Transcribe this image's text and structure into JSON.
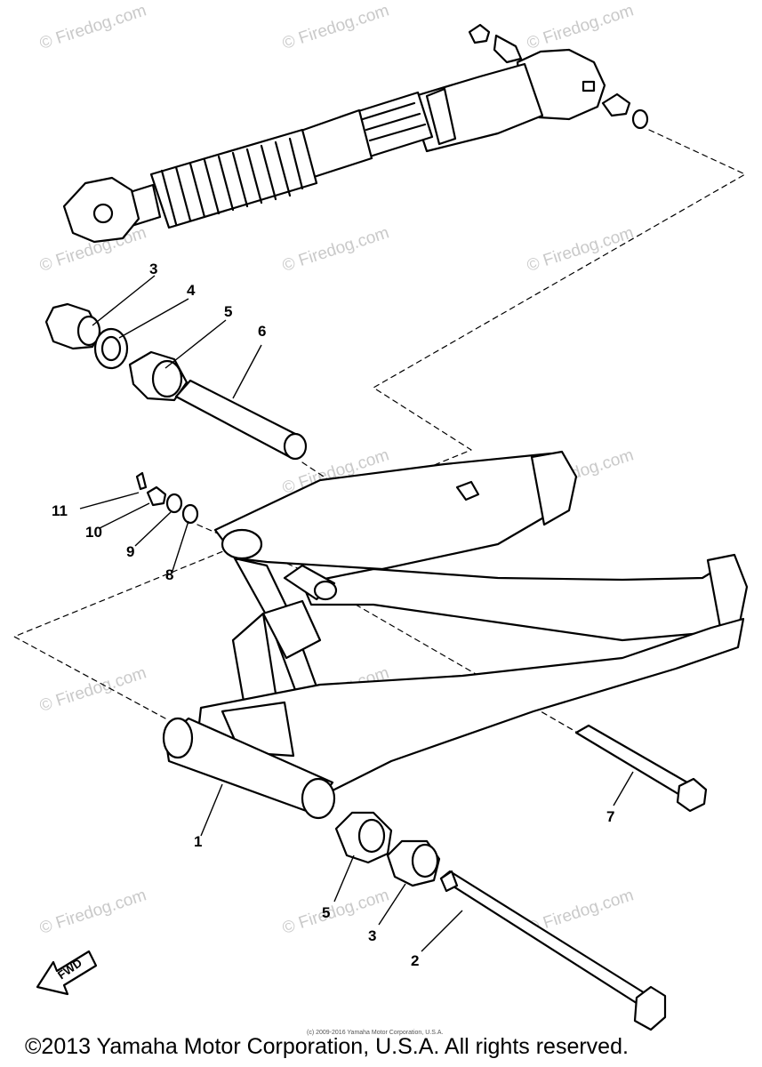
{
  "watermark": "© Firedog.com",
  "watermark_center": "Yamaha Motor Corp., U.S.A.",
  "fwd_label": "FWD",
  "fineprint": "(c) 2009-2016 Yamaha Motor Corporation, U.S.A.",
  "copyright": "©2013 Yamaha Motor Corporation, U.S.A. All rights reserved.",
  "callouts": {
    "p1": "1",
    "p2": "2",
    "p3_top": "3",
    "p3_bottom": "3",
    "p4": "4",
    "p5_top": "5",
    "p5_bottom": "5",
    "p6": "6",
    "p7": "7",
    "p8": "8",
    "p9": "9",
    "p10": "10",
    "p11": "11"
  }
}
